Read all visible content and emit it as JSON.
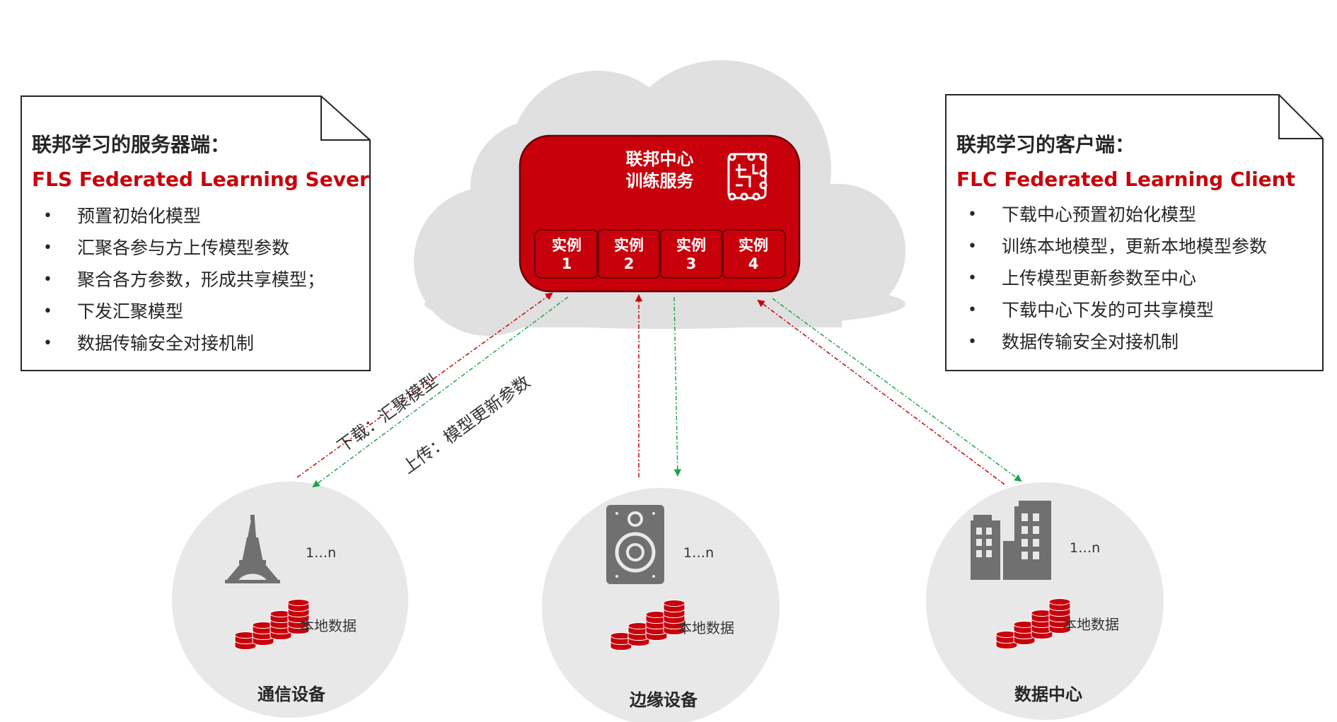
{
  "server_box": {
    "title": "联邦学习的服务器端：",
    "subtitle": "FLS Federated Learning Sever",
    "items": [
      "预置初始化模型",
      "汇聚各参与方上传模型参数",
      "聚合各方参数，形成共享模型；",
      "下发汇聚模型",
      "数据传输安全对接机制"
    ]
  },
  "client_box": {
    "title": "联邦学习的客户端：",
    "subtitle": "FLC Federated Learning Client",
    "items": [
      "下载中心预置初始化模型",
      "训练本地模型，更新本地模型参数",
      "上传模型更新参数至中心",
      "下载中心下发的可共享模型",
      "数据传输安全对接机制"
    ]
  },
  "center": {
    "title_line1": "联邦中心",
    "title_line2": "训练服务",
    "instances": [
      {
        "label": "实例",
        "num": "1"
      },
      {
        "label": "实例",
        "num": "2"
      },
      {
        "label": "实例",
        "num": "3"
      },
      {
        "label": "实例",
        "num": "4"
      }
    ]
  },
  "arrows": {
    "download_label": "下载：汇聚模型",
    "upload_label": "上传：模型更新参数"
  },
  "nodes": [
    {
      "name": "通信设备",
      "count": "1…n",
      "data_label": "本地数据"
    },
    {
      "name": "边缘设备",
      "count": "1…n",
      "data_label": "本地数据"
    },
    {
      "name": "数据中心",
      "count": "1…n",
      "data_label": "本地数据"
    }
  ],
  "colors": {
    "brand_red": "#c7000b",
    "cloud_gray": "#e0e0e0",
    "node_gray": "#e8e8e8",
    "icon_gray": "#707070",
    "arrow_red": "#c7000b",
    "arrow_green": "#1aa64a"
  },
  "icons": {
    "center": "circuit-icon",
    "node_1": "eiffel-tower-icon",
    "node_2": "speaker-icon",
    "node_3": "buildings-icon",
    "data": "coin-stack-icon"
  }
}
